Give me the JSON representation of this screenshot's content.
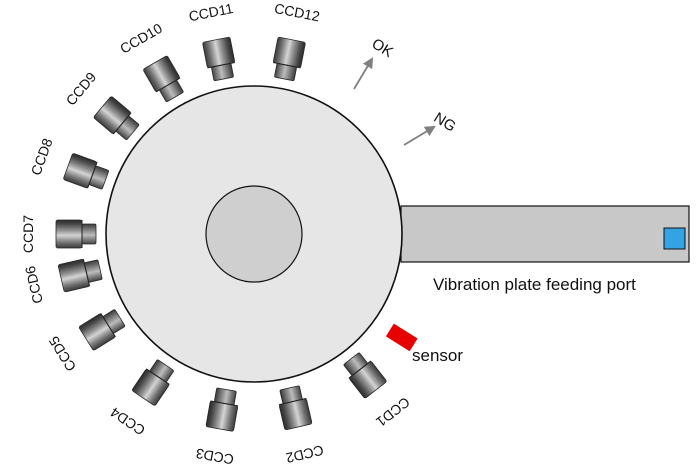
{
  "colors": {
    "background": "#ffffff",
    "disk_fill": "#e6e6e6",
    "disk_stroke": "#111111",
    "hub_fill": "#cfcfcf",
    "feeder_fill": "#c8c8c8",
    "part_fill": "#33a3e6",
    "sensor_fill": "#e60000",
    "arrow_color": "#808080",
    "camera_dark": "#3a3a3a",
    "camera_light": "#c8c8c8"
  },
  "cameras": [
    {
      "id": "ccd1",
      "label": "CCD1",
      "angle_deg": -52
    },
    {
      "id": "ccd2",
      "label": "CCD2",
      "angle_deg": -77
    },
    {
      "id": "ccd3",
      "label": "CCD3",
      "angle_deg": -100
    },
    {
      "id": "ccd4",
      "label": "CCD4",
      "angle_deg": -124
    },
    {
      "id": "ccd5",
      "label": "CCD5",
      "angle_deg": -148
    },
    {
      "id": "ccd6",
      "label": "CCD6",
      "angle_deg": -167
    },
    {
      "id": "ccd7",
      "label": "CCD7",
      "angle_deg": 180
    },
    {
      "id": "ccd8",
      "label": "CCD8",
      "angle_deg": 160
    },
    {
      "id": "ccd9",
      "label": "CCD9",
      "angle_deg": 140
    },
    {
      "id": "ccd10",
      "label": "CCD10",
      "angle_deg": 120
    },
    {
      "id": "ccd11",
      "label": "CCD11",
      "angle_deg": 101
    },
    {
      "id": "ccd12",
      "label": "CCD12",
      "angle_deg": 79
    }
  ],
  "outputs": {
    "ok_label": "OK",
    "ng_label": "NG"
  },
  "feeder": {
    "label": "Vibration plate feeding port"
  },
  "sensor": {
    "label": "sensor"
  }
}
